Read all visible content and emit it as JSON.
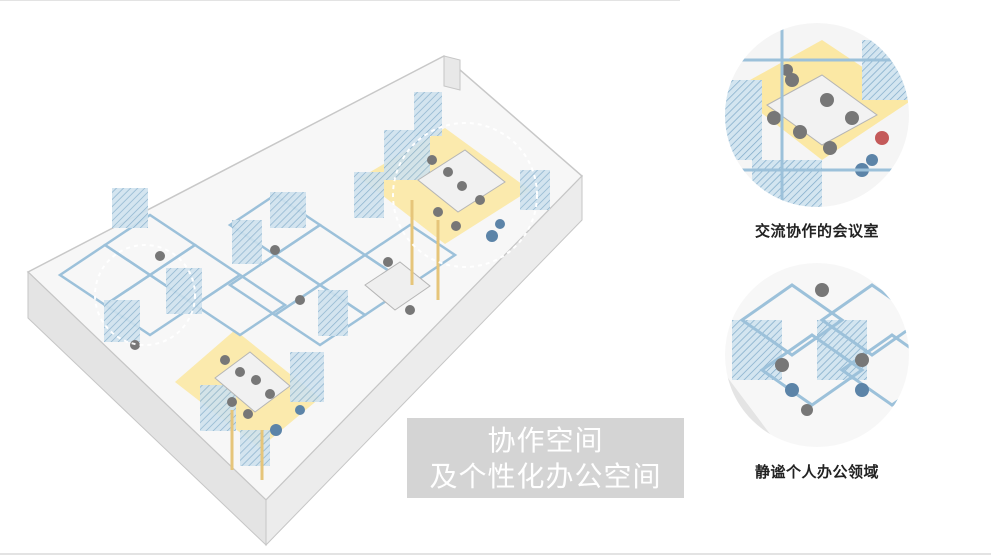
{
  "main_caption": {
    "line1": "协作空间",
    "line2": "及个性化办公空间"
  },
  "details": [
    {
      "label": "交流协作的会议室"
    },
    {
      "label": "静谧个人办公领域"
    }
  ],
  "colors": {
    "glass_blue": "#bcd6e6",
    "frame_blue": "#8fb7d3",
    "highlight_yellow": "#fbe8a4",
    "wall_gray": "#e2e2e2",
    "chair_gray": "#777777"
  }
}
